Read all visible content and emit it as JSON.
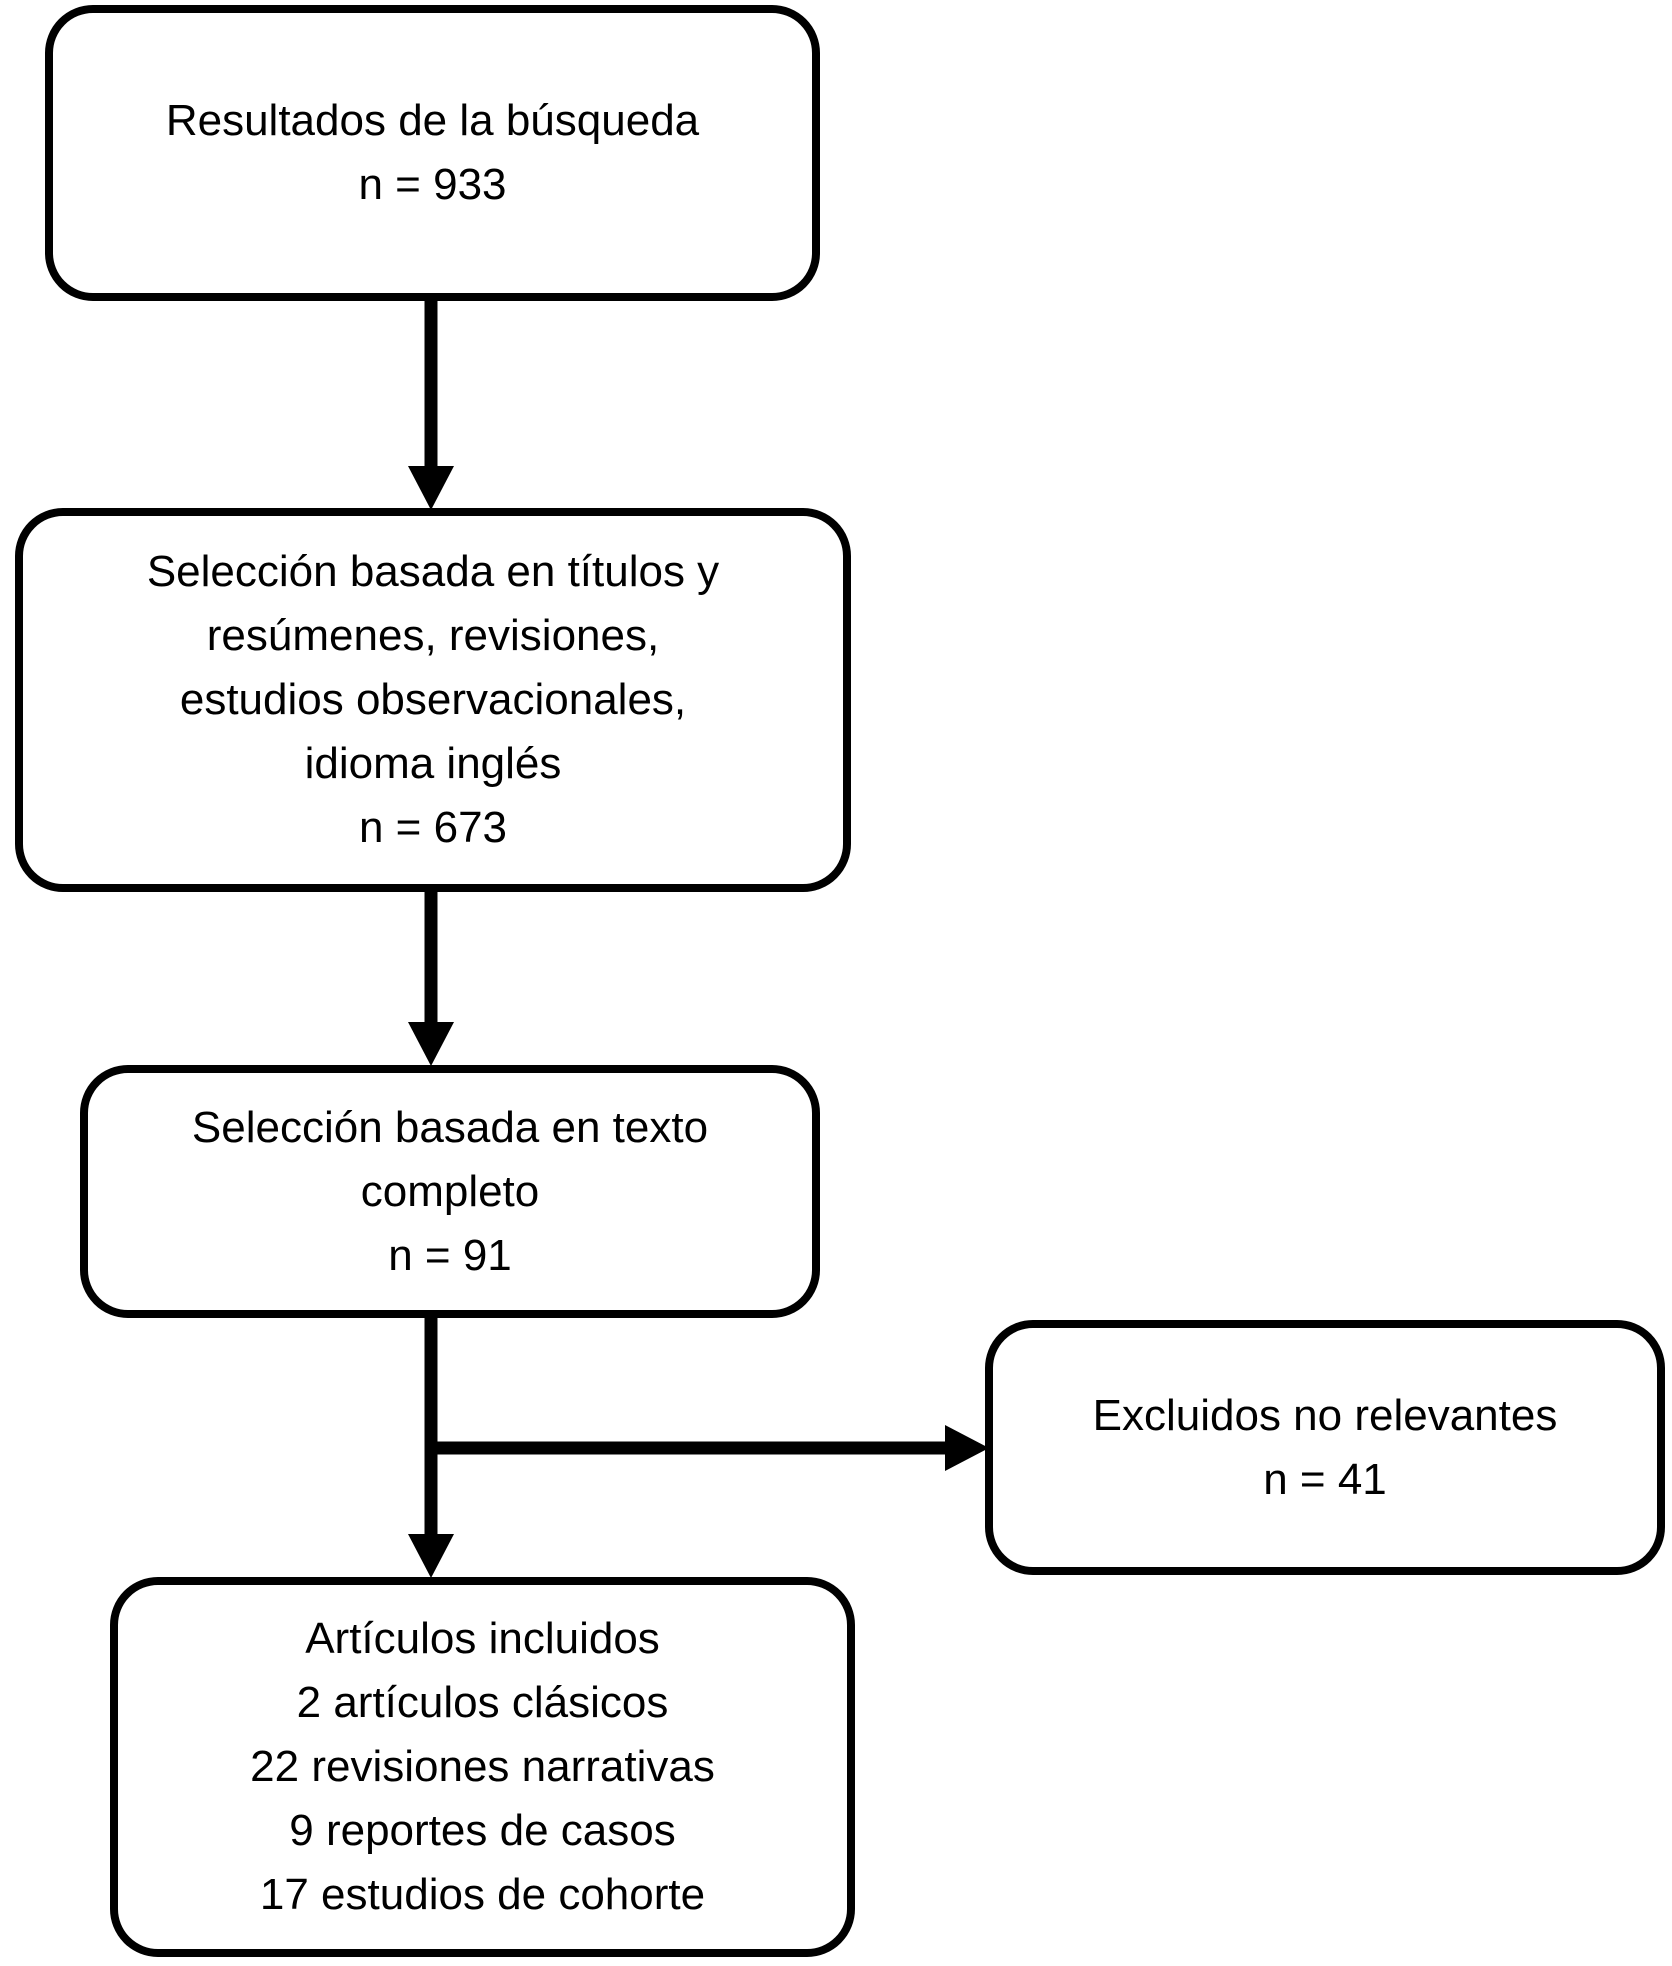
{
  "diagram": {
    "colors": {
      "background": "#ffffff",
      "stroke": "#000000",
      "text": "#000000"
    },
    "nodes": {
      "search_results": {
        "lines": [
          "Resultados de la búsqueda",
          "n = 933"
        ],
        "count": 933
      },
      "title_abstract_screening": {
        "lines": [
          "Selección basada en títulos y",
          "resúmenes, revisiones,",
          "estudios observacionales,",
          "idioma inglés",
          "n = 673"
        ],
        "count": 673
      },
      "full_text_screening": {
        "lines": [
          "Selección basada en texto",
          "completo",
          "n = 91"
        ],
        "count": 91
      },
      "excluded_not_relevant": {
        "lines": [
          "Excluidos no relevantes",
          "n = 41"
        ],
        "count": 41
      },
      "included_articles": {
        "lines": [
          "Artículos incluidos",
          "2 artículos clásicos",
          "22 revisiones narrativas",
          "9 reportes de casos",
          "17 estudios de cohorte"
        ],
        "counts": {
          "articulos_clasicos": 2,
          "revisiones_narrativas": 22,
          "reportes_de_casos": 9,
          "estudios_de_cohorte": 17
        }
      }
    },
    "edges": [
      {
        "from": "search_results",
        "to": "title_abstract_screening"
      },
      {
        "from": "title_abstract_screening",
        "to": "full_text_screening"
      },
      {
        "from": "full_text_screening",
        "to": "included_articles"
      },
      {
        "from": "full_text_screening",
        "to": "excluded_not_relevant"
      }
    ]
  }
}
